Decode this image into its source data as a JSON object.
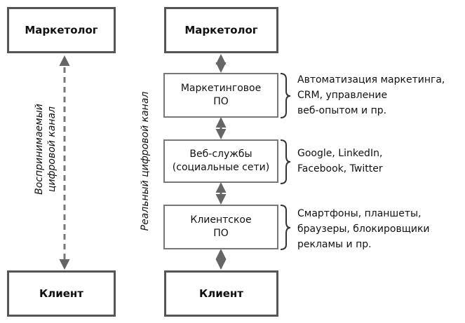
{
  "left": {
    "top_box": "Маркетолог",
    "bottom_box": "Клиент",
    "channel_label_line1": "Воспринимаемый",
    "channel_label_line2": "цифровой канал"
  },
  "right": {
    "top_box": "Маркетолог",
    "bottom_box": "Клиент",
    "channel_label": "Реальный цифровой канал",
    "layers": [
      {
        "line1": "Маркетинговое",
        "line2": "ПО",
        "note_lines": [
          "Автоматизация маркетинга,",
          "CRM, управление",
          "веб-опытом и пр."
        ]
      },
      {
        "line1": "Веб-службы",
        "line2": "(социальные сети)",
        "note_lines": [
          "Google, LinkedIn,",
          "Facebook, Twitter"
        ]
      },
      {
        "line1": "Клиентское",
        "line2": "ПО",
        "note_lines": [
          "Смартфоны, планшеты,",
          "браузеры, блокировщики",
          "рекламы и пр."
        ]
      }
    ]
  }
}
